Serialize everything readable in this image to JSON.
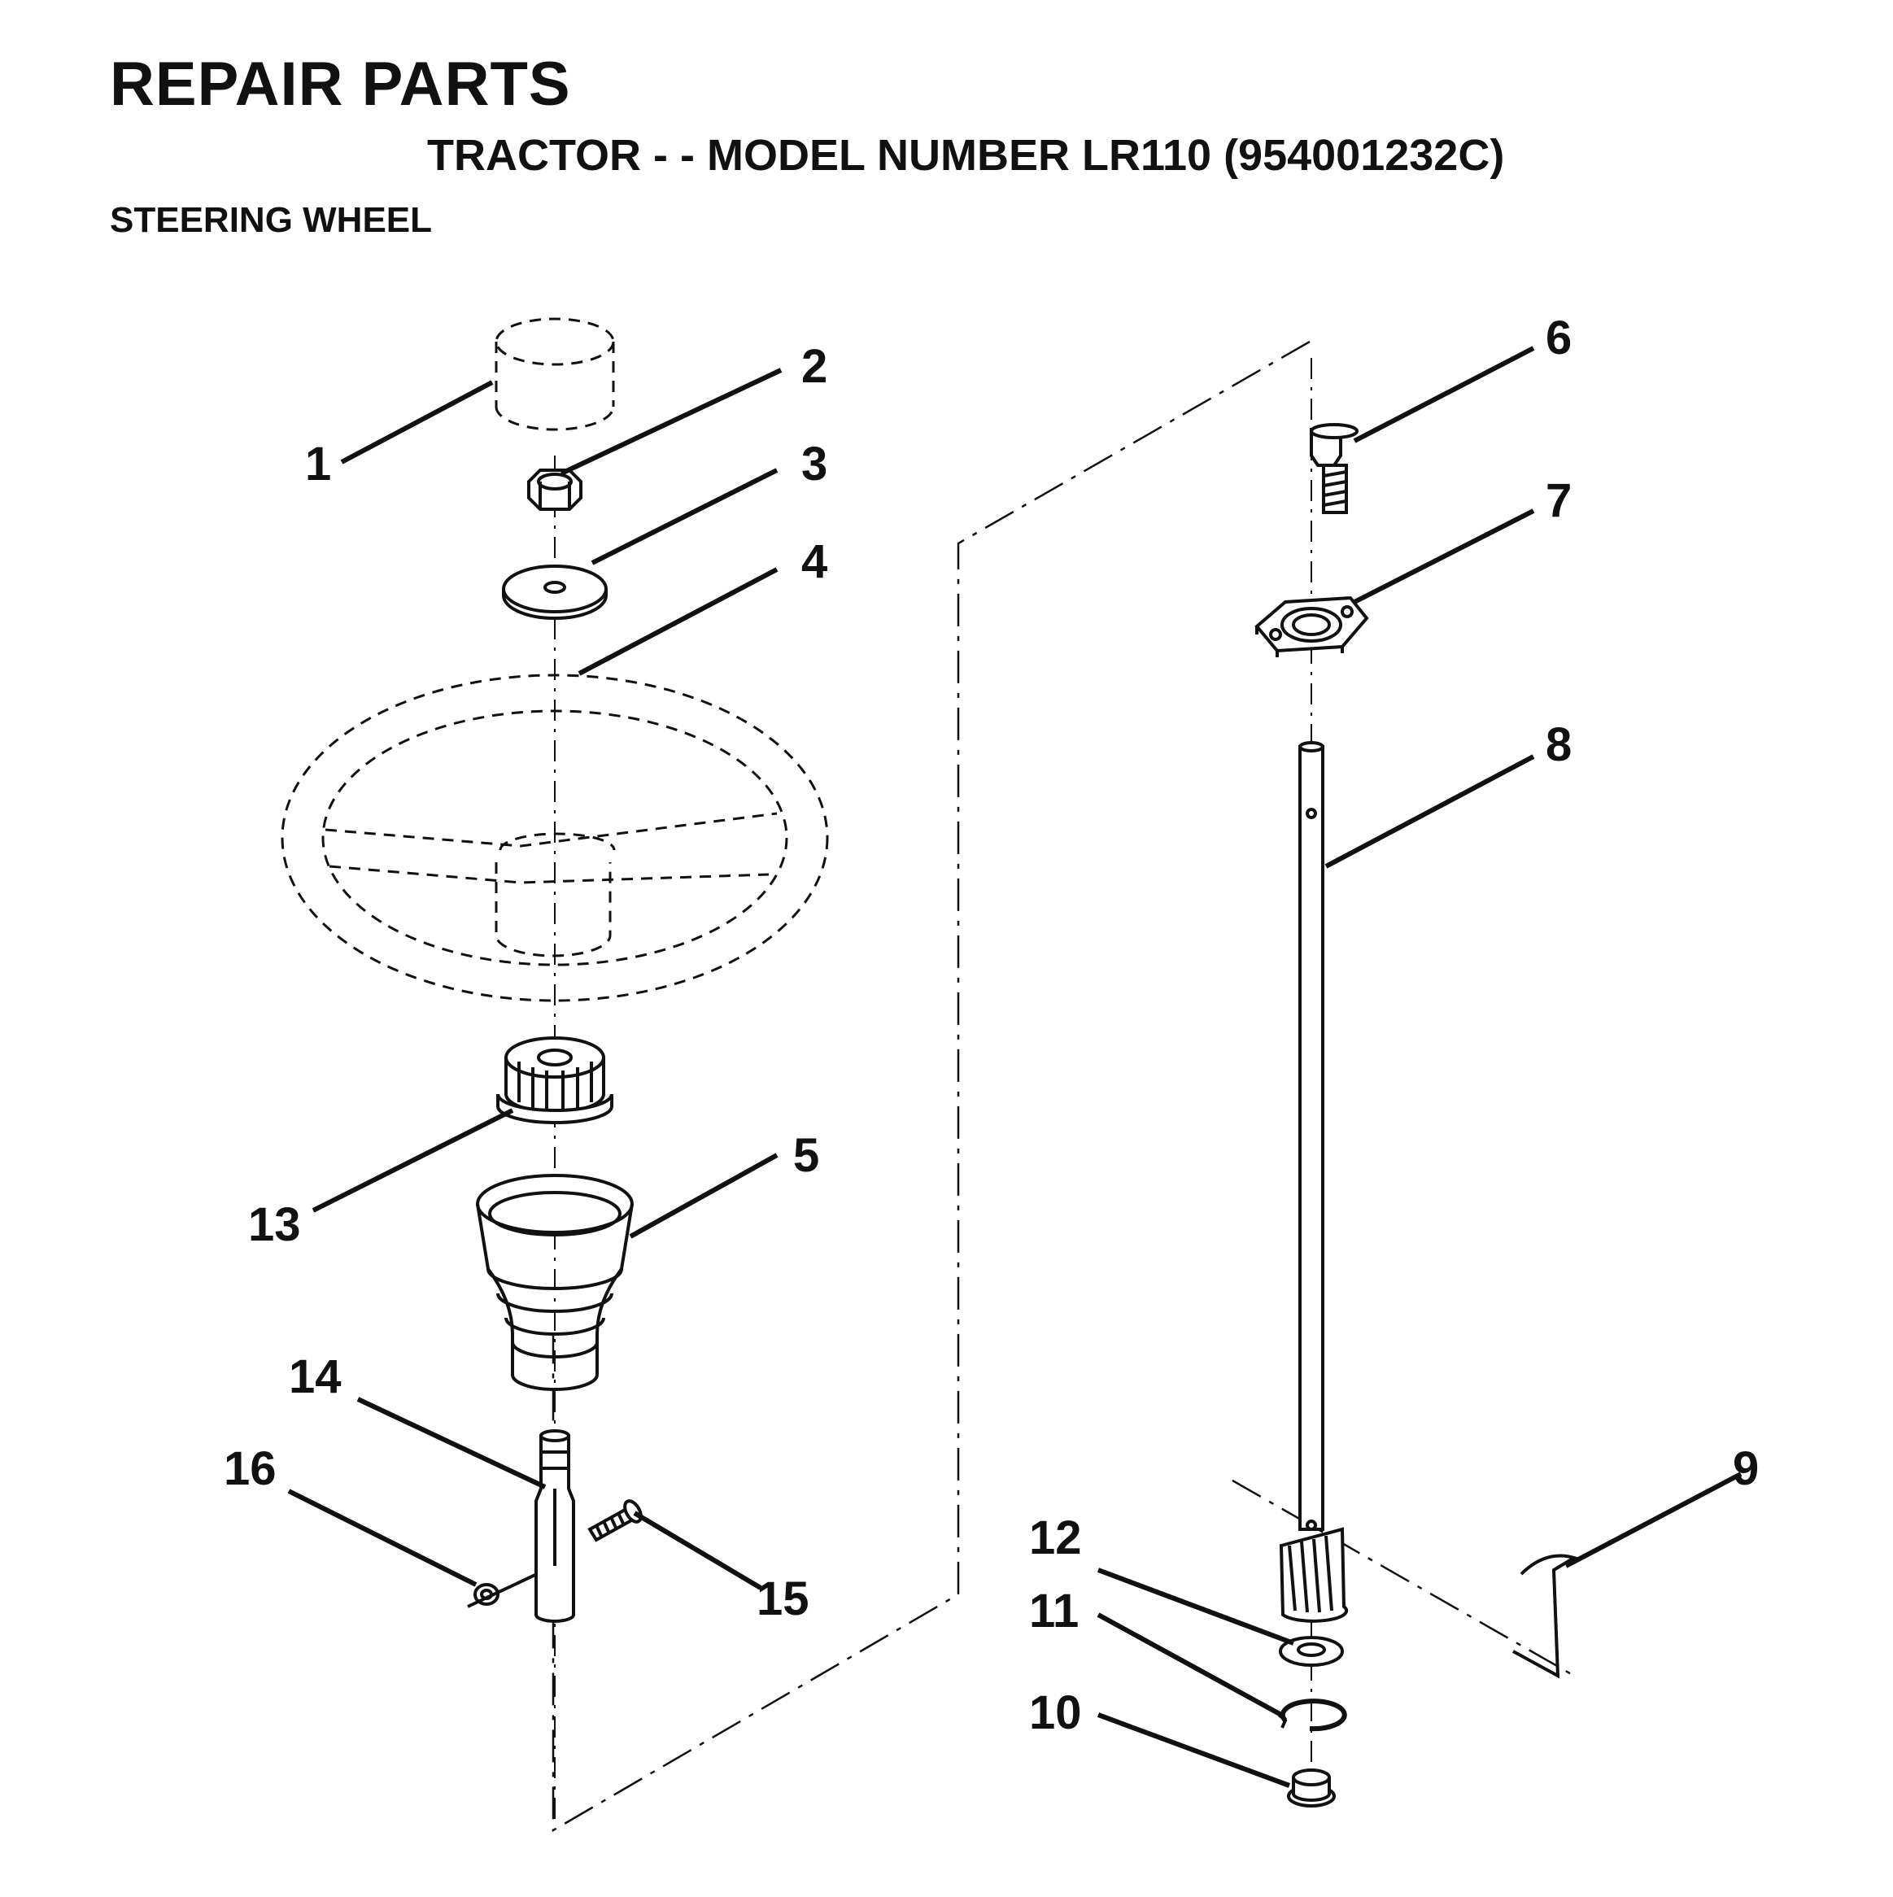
{
  "header": {
    "title": "REPAIR PARTS",
    "subtitle": "TRACTOR - - MODEL NUMBER LR110 (954001232C)",
    "section": "STEERING WHEEL"
  },
  "callouts": [
    {
      "id": "c1",
      "label": "1"
    },
    {
      "id": "c2",
      "label": "2"
    },
    {
      "id": "c3",
      "label": "3"
    },
    {
      "id": "c4",
      "label": "4"
    },
    {
      "id": "c5",
      "label": "5"
    },
    {
      "id": "c6",
      "label": "6"
    },
    {
      "id": "c7",
      "label": "7"
    },
    {
      "id": "c8",
      "label": "8"
    },
    {
      "id": "c9",
      "label": "9"
    },
    {
      "id": "c10",
      "label": "10"
    },
    {
      "id": "c11",
      "label": "11"
    },
    {
      "id": "c12",
      "label": "12"
    },
    {
      "id": "c13",
      "label": "13"
    },
    {
      "id": "c14",
      "label": "14"
    },
    {
      "id": "c15",
      "label": "15"
    },
    {
      "id": "c16",
      "label": "16"
    }
  ]
}
